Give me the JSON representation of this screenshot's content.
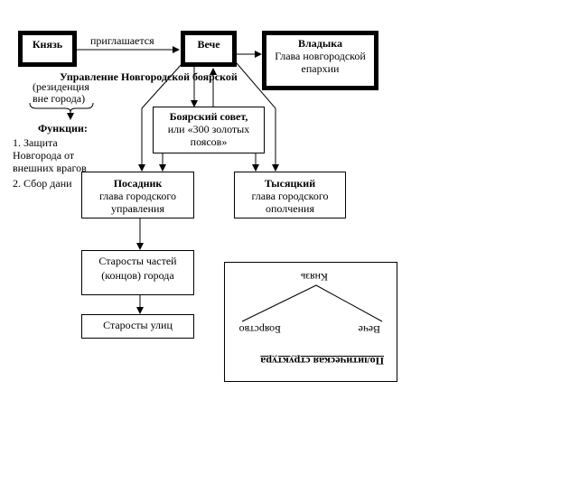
{
  "knyaz": "Князь",
  "priglashaetsya": "приглашается",
  "veche": "Вече",
  "vladyka": {
    "title": "Владыка",
    "desc": "Глава новгородской епархии"
  },
  "heading": "Управление Новгородской боярской",
  "residence": [
    "(резиденция",
    "вне города)"
  ],
  "functions": {
    "title": "Функции:",
    "lines": [
      "1. Защита",
      "Новгорода от",
      "внешних врагов",
      "2. Сбор дани"
    ]
  },
  "council": {
    "title": "Боярский совет,",
    "lines": [
      "или «300 золотых",
      "поясов»"
    ]
  },
  "posadnik": {
    "title": "Посадник",
    "lines": [
      "глава городского",
      "управления"
    ]
  },
  "tysyatsky": {
    "title": "Тысяцкий",
    "lines": [
      "глава городского",
      "ополчения"
    ]
  },
  "starosty_chastey": [
    "Старосты частей",
    "(концов) города"
  ],
  "starosty_ulits": "Старосты улиц",
  "structure": {
    "title": "Политическая структура",
    "top": "Князь",
    "left": "Боярство",
    "right": "Вече"
  }
}
